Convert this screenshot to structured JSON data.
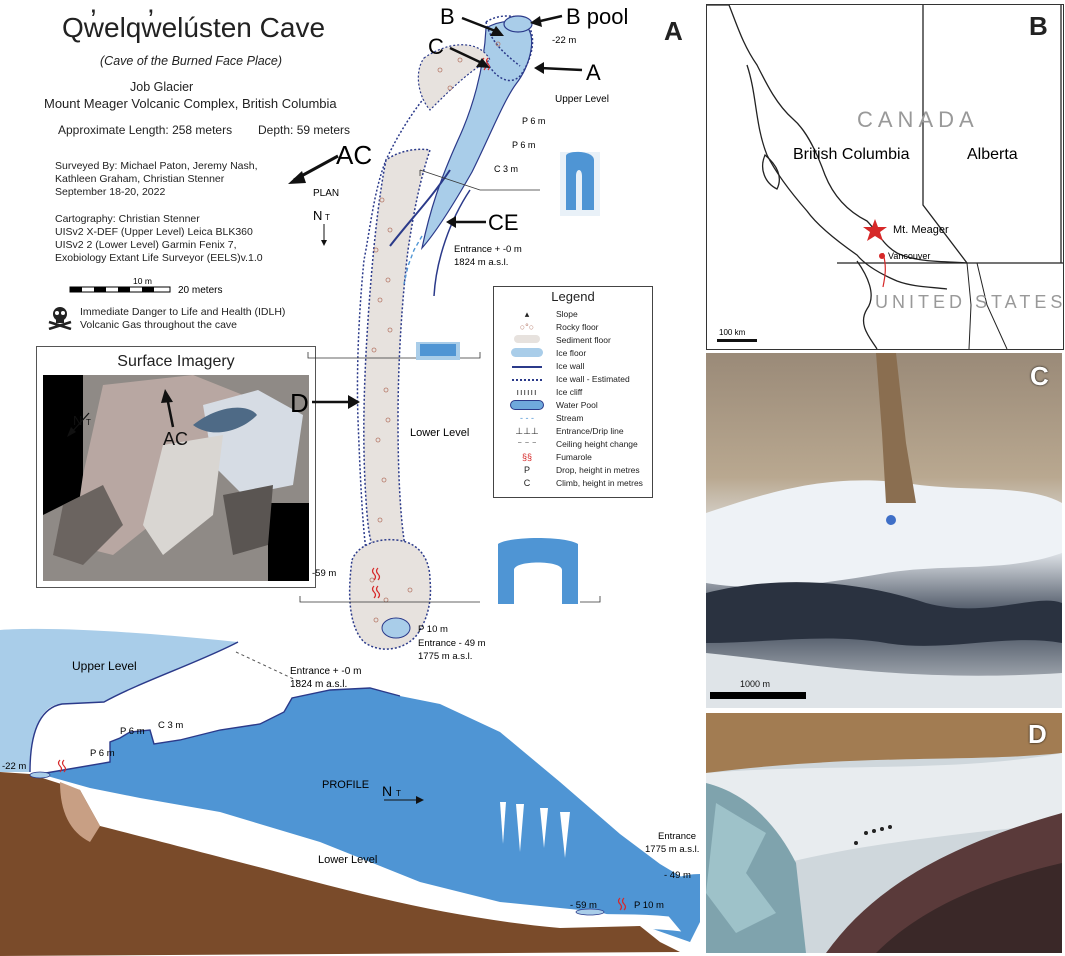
{
  "header": {
    "title": "Qw̓elqw̓elústen Cave",
    "subtitle": "(Cave of the Burned Face Place)",
    "glacier": "Job Glacier",
    "complex": "Mount Meager Volcanic Complex, British Columbia",
    "length": "Approximate Length:  258 meters",
    "depth": "Depth: 59 meters",
    "surveyed_1": "Surveyed By: Michael Paton, Jeremy Nash,",
    "surveyed_2": "Kathleen Graham, Christian Stenner",
    "surveyed_3": "September 18-20, 2022",
    "carto_1": "Cartography:  Christian Stenner",
    "carto_2": "UISv2 X-DEF (Upper Level) Leica BLK360",
    "carto_3": "UISv2 2 (Lower Level) Garmin Fenix 7,",
    "carto_4": "Exobiology Extant Life Surveyor (EELS)v.1.0",
    "scale_10": "10 m",
    "scale_20": "20 meters",
    "idlh_1": "Immediate Danger to Life and Health (IDLH)",
    "idlh_2": "Volcanic Gas throughout the cave"
  },
  "panel_labels": {
    "a": "A",
    "b": "B",
    "c": "C",
    "d": "D"
  },
  "plan": {
    "label_b": "B",
    "label_b_pool": "B pool",
    "label_c": "C",
    "label_a": "A",
    "label_ac": "AC",
    "label_ce": "CE",
    "label_d": "D",
    "plan_word": "PLAN",
    "north": "N",
    "north_t": "T",
    "depth_22": "-22 m",
    "upper_level": "Upper Level",
    "p6a": "P 6 m",
    "p6b": "P 6 m",
    "c3": "C 3 m",
    "entrance_1": "Entrance + -0 m",
    "entrance_2": "1824 m a.s.l.",
    "lower_level": "Lower Level",
    "depth_59": "-59 m",
    "p10": "P 10 m",
    "entrance49_1": "Entrance - 49 m",
    "entrance49_2": "1775 m a.s.l."
  },
  "surface": {
    "title": "Surface Imagery",
    "north": "N",
    "north_t": "T",
    "ac": "AC"
  },
  "legend": {
    "title": "Legend",
    "items": [
      "Slope",
      "Rocky floor",
      "Sediment floor",
      "Ice floor",
      "Ice wall",
      "Ice wall - Estimated",
      "Ice cliff",
      "Water Pool",
      "Stream",
      "Entrance/Drip line",
      "Ceiling height change",
      "Fumarole",
      "Drop, height in metres",
      "Climb, height in metres"
    ],
    "symbols": {
      "drop": "P",
      "climb": "C"
    }
  },
  "profile": {
    "upper_level": "Upper Level",
    "entrance_1": "Entrance + -0 m",
    "entrance_2": "1824 m a.s.l.",
    "c3": "C 3 m",
    "p6a": "P 6 m",
    "p6b": "P 6 m",
    "depth_22": "-22 m",
    "profile_word": "PROFILE",
    "north": "N",
    "north_t": "T",
    "lower_level": "Lower Level",
    "entrance_r1": "Entrance",
    "entrance_r2": "1775 m a.s.l.",
    "depth_49": "- 49 m",
    "depth_59": "- 59 m",
    "p10": "P 10 m"
  },
  "map_b": {
    "canada": "CANADA",
    "bc": "British Columbia",
    "alberta": "Alberta",
    "meager": "Mt. Meager",
    "vancouver": "Vancouver",
    "us": "UNITED STATES",
    "scale": "100 km"
  },
  "photo_c": {
    "scale": "1000 m"
  },
  "colors": {
    "ice": "#4f95d4",
    "ice_light": "#a9cde9",
    "rock": "#7a4b2a",
    "marker": "#d62828"
  }
}
